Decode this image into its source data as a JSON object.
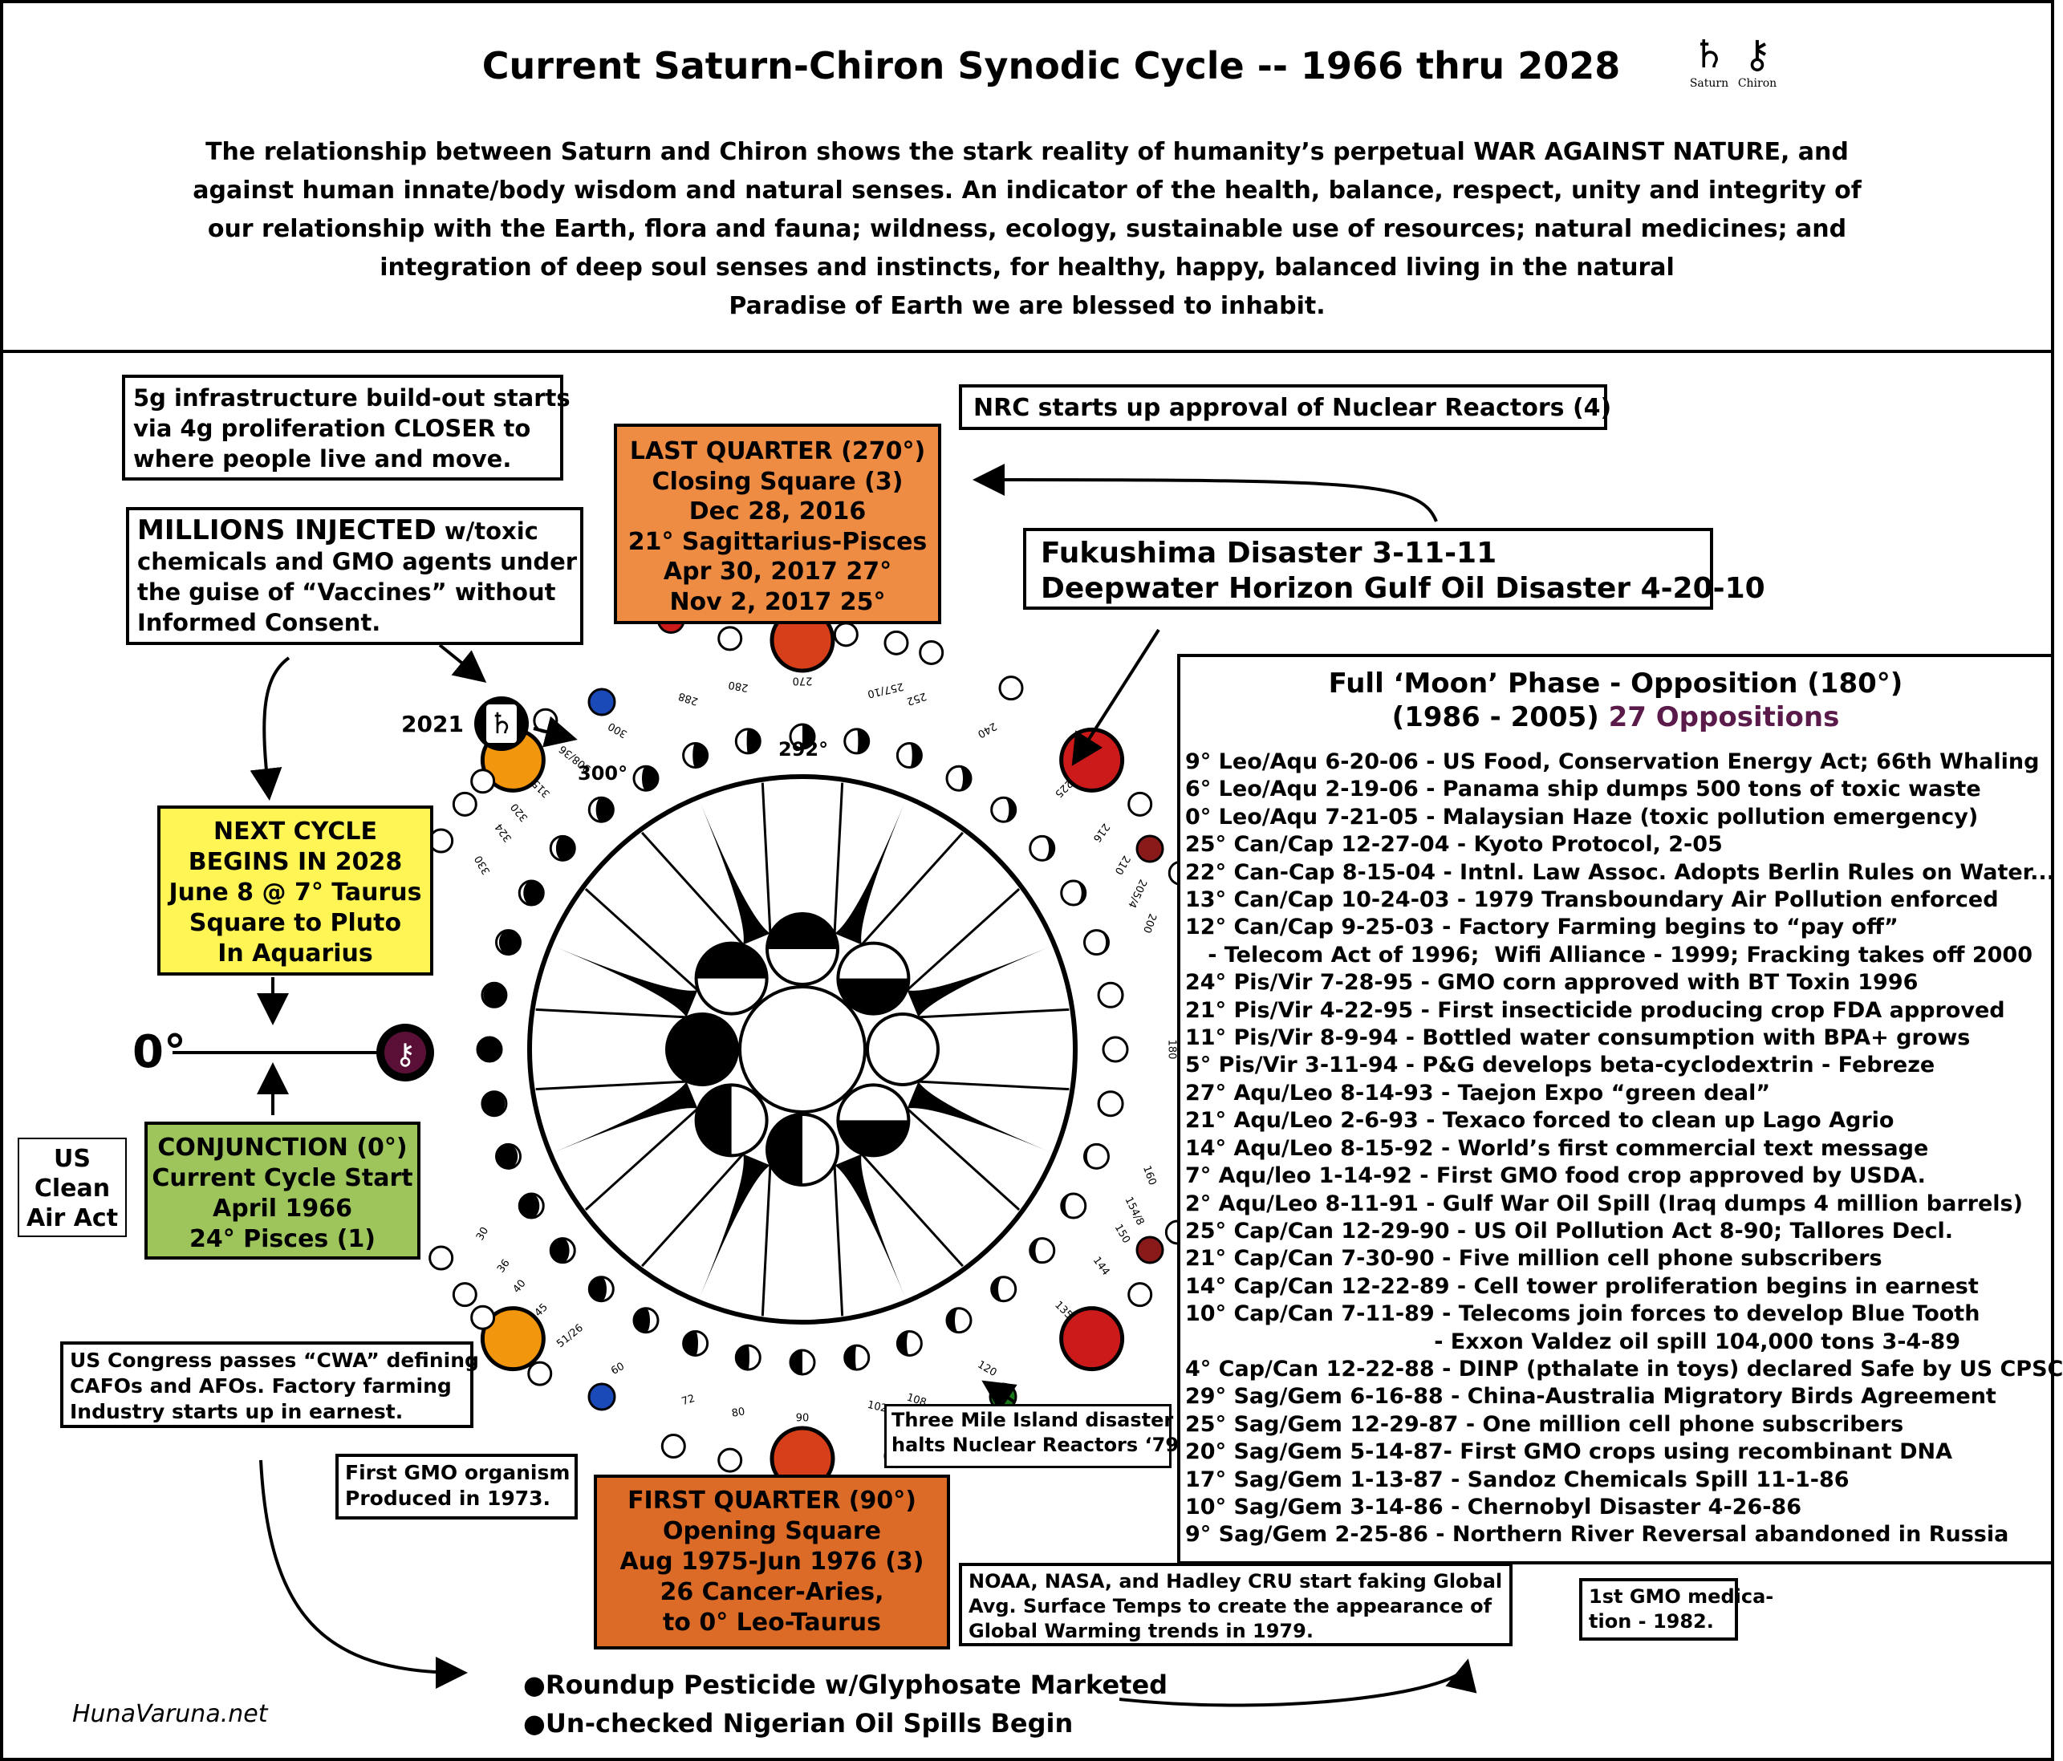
{
  "header": {
    "title": "Current Saturn-Chiron Synodic Cycle -- 1966 thru 2028",
    "glyphs": [
      {
        "symbol": "♄",
        "label": "Saturn"
      },
      {
        "symbol": "⚷",
        "label": "Chiron"
      }
    ],
    "intro_lines": [
      "The relationship between Saturn and Chiron shows the stark reality of humanity’s perpetual WAR AGAINST NATURE, and",
      "against human innate/body wisdom and natural senses.  An indicator of the health, balance, respect, unity and integrity of",
      "our relationship with the Earth, flora and fauna; wildness, ecology, sustainable use of resources; natural medicines; and",
      "integration of deep soul senses and instincts, for healthy, happy, balanced living in the natural",
      "Paradise of Earth  we are blessed to inhabit."
    ]
  },
  "notes": {
    "fiveg": [
      "5g infrastructure build-out starts",
      "via 4g proliferation CLOSER to",
      "where people live and move."
    ],
    "millions": {
      "bold": "MILLIONS INJECTED",
      "rest_first": " w/toxic",
      "lines": [
        "chemicals and GMO agents under",
        "the guise of “Vaccines”  without",
        "Informed Consent."
      ]
    },
    "nrc": "NRC starts up approval of Nuclear Reactors (4)",
    "fukushima": [
      "Fukushima Disaster 3-11-11",
      "Deepwater Horizon Gulf Oil Disaster 4-20-10"
    ],
    "us_clean_air": [
      "US",
      "Clean",
      "Air Act"
    ],
    "cwa": [
      "US Congress passes “CWA” defining",
      "CAFOs and AFOs.  Factory farming",
      "Industry starts up in earnest."
    ],
    "first_gmo_organism": [
      "First GMO organism",
      "Produced in 1973."
    ],
    "three_mile": [
      "Three Mile Island disaster",
      "halts Nuclear Reactors ‘79"
    ],
    "noaa": [
      "NOAA, NASA, and Hadley CRU start faking Global",
      "Avg. Surface Temps to create the appearance of",
      "Global Warming trends in 1979."
    ],
    "first_gmo_med": [
      "1st GMO medica-",
      "tion - 1982."
    ],
    "bullets": [
      "Roundup Pesticide w/Glyphosate Marketed",
      "Un-checked Nigerian Oil Spills Begin"
    ],
    "credit": "HunaVaruna.net"
  },
  "phases": {
    "last_quarter": [
      "LAST QUARTER (270°)",
      "Closing Square (3)",
      "Dec 28, 2016",
      "21° Sagittarius-Pisces",
      "Apr 30, 2017 27°",
      "Nov 2, 2017 25°"
    ],
    "next_cycle": [
      "NEXT CYCLE",
      "BEGINS IN 2028",
      "June 8 @ 7° Taurus",
      "Square to Pluto",
      "In Aquarius"
    ],
    "conjunction": [
      "CONJUNCTION  (0°)",
      "Current Cycle Start",
      "April 1966",
      "24° Pisces (1)"
    ],
    "first_quarter": [
      "FIRST QUARTER (90°)",
      "Opening Square",
      "Aug 1975-Jun 1976 (3)",
      "26 Cancer-Aries,",
      "to 0° Leo-Taurus"
    ]
  },
  "full_moon": {
    "title": "Full ‘Moon’ Phase - Opposition (180°)",
    "years": "(1986 - 2005)",
    "count": "27 Oppositions",
    "count_color": "#5a1a4a",
    "items": [
      "9° Leo/Aqu 6-20-06 - US Food, Conservation Energy Act; 66th Whaling",
      "6° Leo/Aqu 2-19-06 - Panama ship dumps 500 tons of toxic waste",
      "0° Leo/Aqu 7-21-05 - Malaysian Haze (toxic pollution emergency)",
      "25° Can/Cap 12-27-04 - Kyoto Protocol, 2-05",
      "22° Can-Cap 8-15-04 - Intnl. Law Assoc. Adopts Berlin Rules on Water...",
      "13° Can/Cap 10-24-03 - 1979 Transboundary Air Pollution enforced",
      "12° Can/Cap 9-25-03 - Factory Farming begins to “pay off”",
      "   - Telecom Act of 1996;  Wifi Alliance - 1999; Fracking takes off 2000",
      "24° Pis/Vir 7-28-95 - GMO corn approved with BT Toxin 1996",
      "21° Pis/Vir 4-22-95 - First insecticide producing crop FDA approved",
      "11° Pis/Vir 8-9-94 - Bottled water consumption with BPA+ grows",
      "5° Pis/Vir 3-11-94 - P&G develops beta-cyclodextrin - Febreze",
      "27° Aqu/Leo 8-14-93 - Taejon Expo “green deal”",
      "21° Aqu/Leo 2-6-93 - Texaco forced to clean up Lago Agrio",
      "14° Aqu/Leo 8-15-92 - World’s first commercial text message",
      "7° Aqu/leo 1-14-92 - First GMO food crop approved by USDA.",
      "2° Aqu/Leo 8-11-91 - Gulf War Oil Spill (Iraq dumps 4 million barrels)",
      "25° Cap/Can 12-29-90 - US Oil Pollution Act 8-90; Tallores Decl.",
      "21° Cap/Can 7-30-90 - Five million cell phone subscribers",
      "14° Cap/Can 12-22-89 - Cell tower proliferation begins in earnest",
      "10° Cap/Can 7-11-89 - Telecoms join forces to develop Blue Tooth",
      "                                 - Exxon Valdez oil spill 104,000 tons 3-4-89",
      "4° Cap/Can 12-22-88 - DINP (pthalate in toys) declared Safe by US CPSC",
      "29° Sag/Gem 6-16-88 - China-Australia Migratory Birds Agreement",
      "25° Sag/Gem 12-29-87 - One million cell phone subscribers",
      "20° Sag/Gem 5-14-87- First GMO crops using recombinant DNA",
      "17° Sag/Gem 1-13-87 - Sandoz Chemicals Spill 11-1-86",
      "10° Sag/Gem 3-14-86 - Chernobyl Disaster 4-26-86",
      "9° Sag/Gem 2-25-86 - Northern River Reversal abandoned in Russia"
    ]
  },
  "wheel": {
    "zero_label": "0°",
    "year_label": "2021",
    "degree_labels": [
      "300°",
      "292°"
    ],
    "aspect_labels": [
      {
        "deg": 300,
        "text": "300"
      },
      {
        "deg": 288,
        "text": "288"
      },
      {
        "deg": 280,
        "text": "280"
      },
      {
        "deg": 270,
        "text": "270"
      },
      {
        "deg": 257,
        "text": "257/10"
      },
      {
        "deg": 252,
        "text": "252"
      },
      {
        "deg": 240,
        "text": "240"
      },
      {
        "deg": 225,
        "text": "225"
      },
      {
        "deg": 216,
        "text": "216"
      },
      {
        "deg": 210,
        "text": "210"
      },
      {
        "deg": 205,
        "text": "205/4"
      },
      {
        "deg": 200,
        "text": "200"
      },
      {
        "deg": 180,
        "text": "180"
      },
      {
        "deg": 160,
        "text": "160"
      },
      {
        "deg": 154,
        "text": "154/8"
      },
      {
        "deg": 150,
        "text": "150"
      },
      {
        "deg": 144,
        "text": "144"
      },
      {
        "deg": 135,
        "text": "135"
      },
      {
        "deg": 120,
        "text": "120"
      },
      {
        "deg": 108,
        "text": "108"
      },
      {
        "deg": 103,
        "text": "102/52"
      },
      {
        "deg": 90,
        "text": "90"
      },
      {
        "deg": 80,
        "text": "80"
      },
      {
        "deg": 72,
        "text": "72"
      },
      {
        "deg": 60,
        "text": "60"
      },
      {
        "deg": 51,
        "text": "51/26"
      },
      {
        "deg": 45,
        "text": "45"
      },
      {
        "deg": 40,
        "text": "40"
      },
      {
        "deg": 36,
        "text": "36"
      },
      {
        "deg": 30,
        "text": "30"
      },
      {
        "deg": 315,
        "text": "315"
      },
      {
        "deg": 320,
        "text": "320"
      },
      {
        "deg": 324,
        "text": "324"
      },
      {
        "deg": 330,
        "text": "330"
      },
      {
        "deg": 308,
        "text": "308/36"
      }
    ]
  },
  "colors": {
    "last_quarter_bg": "#ee8c44",
    "next_cycle_bg": "#fff655",
    "conjunction_bg": "#9ec45c",
    "first_quarter_bg": "#dd6b28",
    "red_major": "#d63f1a",
    "red_opp": "#cc1a1a",
    "orange_major": "#f2960e",
    "dark_red": "#8a1a1a",
    "blue": "#1a49b8",
    "green": "#1a7a1a",
    "chiron_bg": "#5a1036"
  }
}
